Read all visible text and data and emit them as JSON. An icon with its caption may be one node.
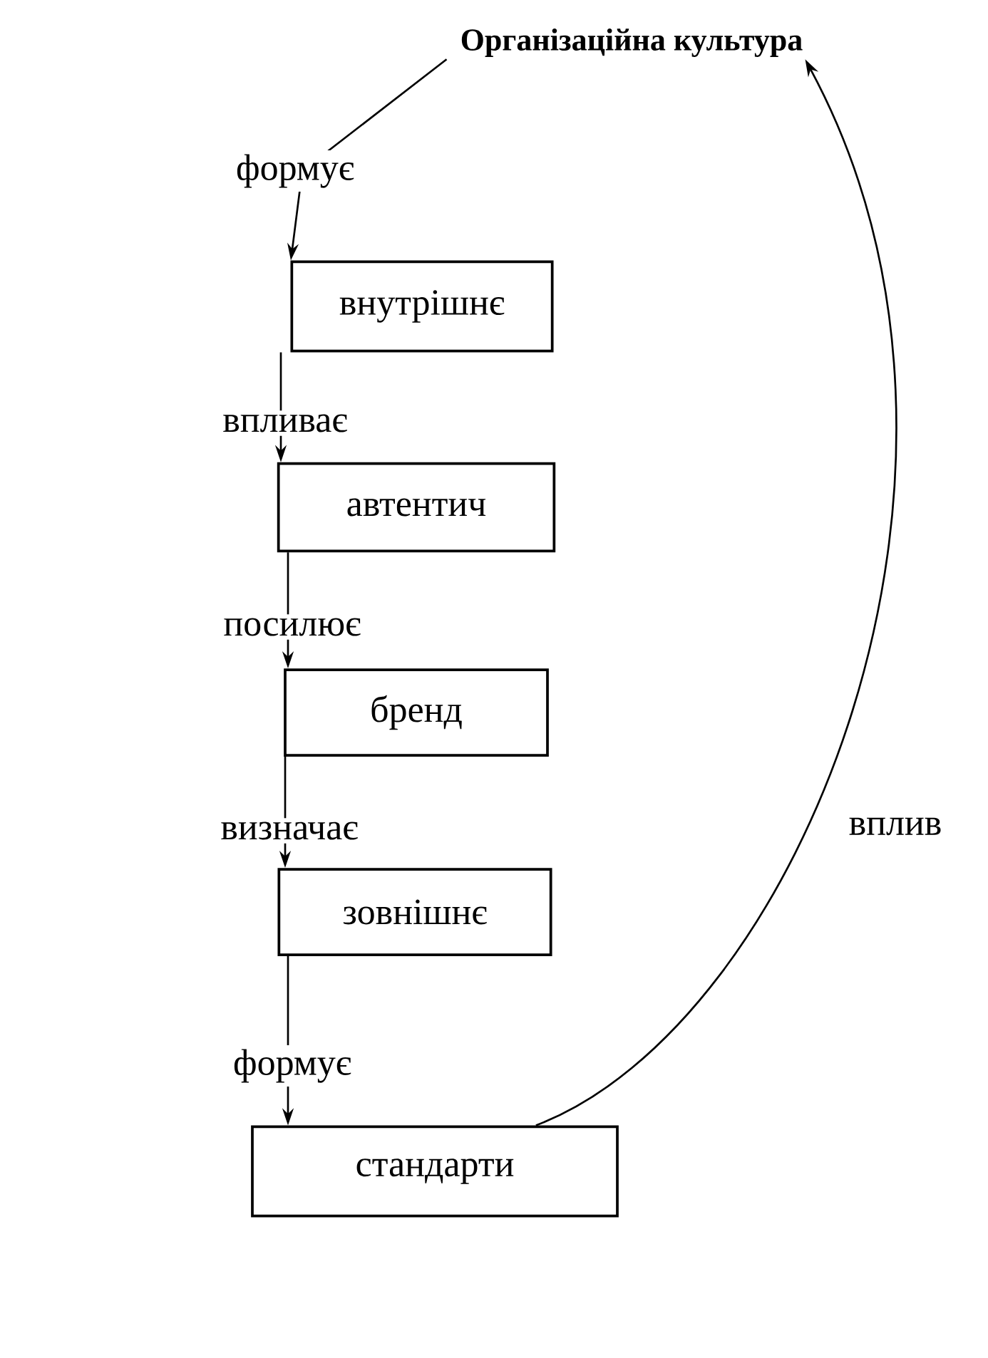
{
  "diagram": {
    "nodes": [
      {
        "text": [
          "Організаційна культура"
        ]
      },
      {
        "text": [
          "внутрішнє"
        ]
      },
      {
        "text": [
          "автентич"
        ]
      },
      {
        "text": [
          "бренд"
        ]
      },
      {
        "text": [
          "зовнішнє"
        ]
      },
      {
        "text": [
          "стандарти"
        ]
      }
    ],
    "edges": [
      {
        "from": 0,
        "to": 1,
        "arrow": "to",
        "label": "формує"
      },
      {
        "from": 1,
        "to": 2,
        "arrow": "to",
        "label": "впливає"
      },
      {
        "from": 2,
        "to": 3,
        "arrow": "to",
        "label": "посилює"
      },
      {
        "from": 3,
        "to": 4,
        "arrow": "to",
        "label": "визначає"
      },
      {
        "from": 4,
        "to": 5,
        "arrow": "to",
        "label": "формує"
      },
      {
        "from": 5,
        "to": 0,
        "arrow": "to",
        "label": "вплив"
      }
    ]
  }
}
